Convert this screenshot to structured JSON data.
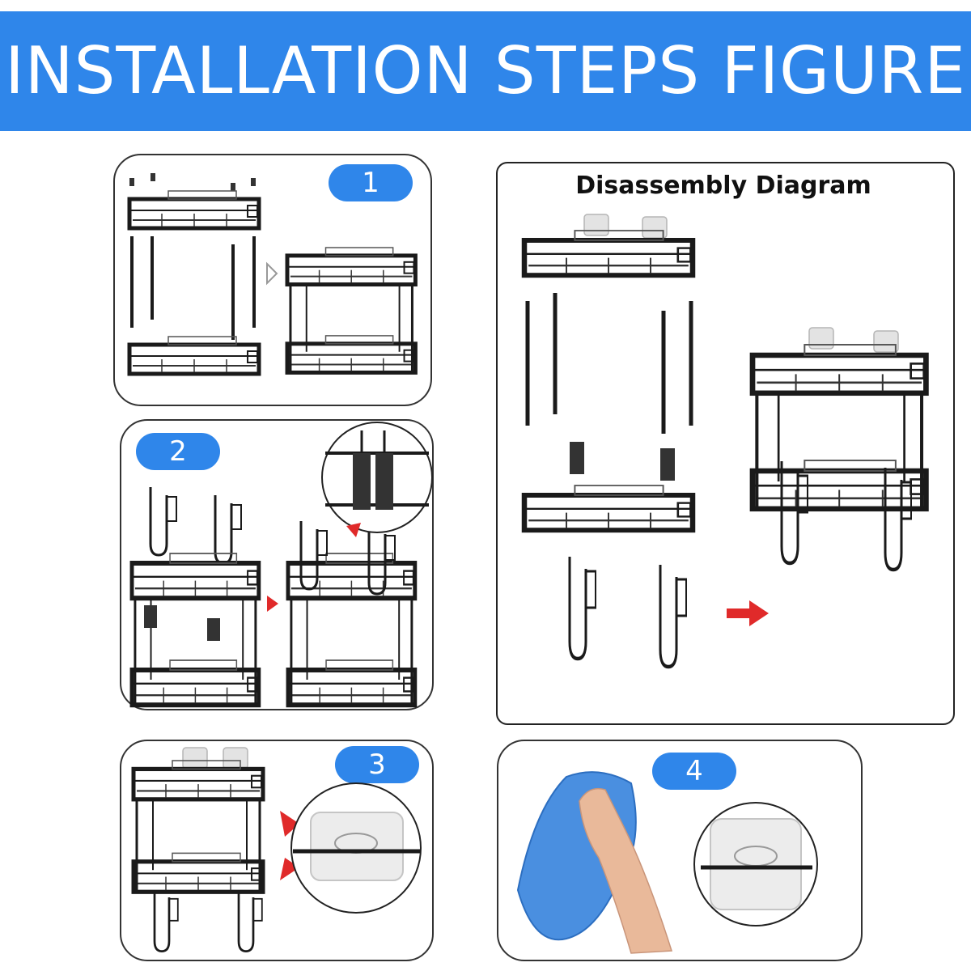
{
  "header": {
    "title": "INSTALLATION STEPS FIGURE"
  },
  "steps": [
    {
      "number": "1"
    },
    {
      "number": "2"
    },
    {
      "number": "3"
    },
    {
      "number": "4"
    }
  ],
  "diagram": {
    "title": "Disassembly Diagram"
  },
  "colors": {
    "banner": "#2f86ea",
    "badge": "#2f86ea",
    "arrow": "#e02a2a",
    "towel": "#4a8fe0",
    "metal": "#1a1a1a"
  },
  "icons": [
    "arrow-right-icon",
    "hand-icon",
    "towel-icon",
    "suction-cup-icon"
  ]
}
